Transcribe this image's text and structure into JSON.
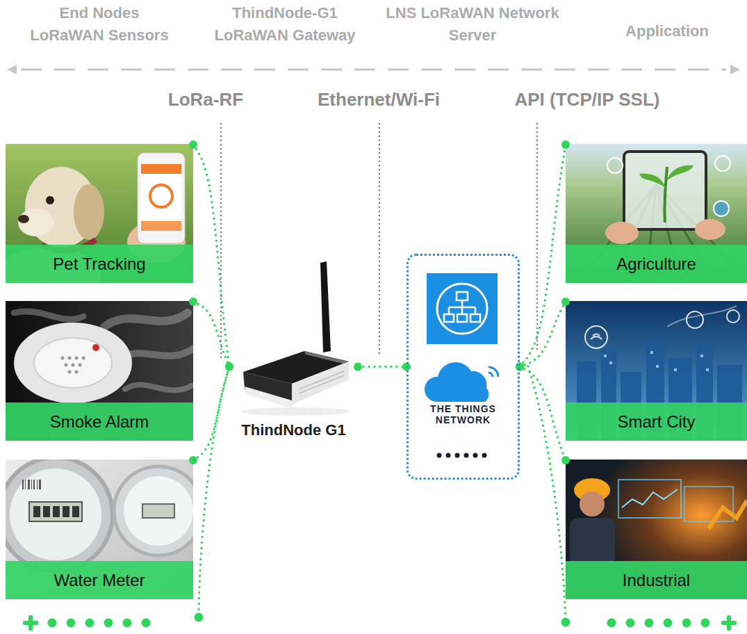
{
  "diagram": {
    "nodes": [
      {
        "text": [
          "Pet Tracking"
        ]
      },
      {
        "text": [
          "Smoke Alarm"
        ]
      },
      {
        "text": [
          "Water Meter"
        ]
      },
      {
        "text": [
          "ThindNode G1"
        ]
      },
      {
        "text": [
          "THE THINGS NETWORK"
        ]
      },
      {
        "text": [
          "Agriculture"
        ]
      },
      {
        "text": [
          "Smart City"
        ]
      },
      {
        "text": [
          "Industrial"
        ]
      }
    ],
    "edges": [
      {
        "from": 0,
        "to": 3,
        "arrow": "none"
      },
      {
        "from": 1,
        "to": 3,
        "arrow": "none"
      },
      {
        "from": 2,
        "to": 3,
        "arrow": "none"
      },
      {
        "from": 3,
        "to": 4,
        "arrow": "none"
      },
      {
        "from": 4,
        "to": 5,
        "arrow": "none"
      },
      {
        "from": 4,
        "to": 6,
        "arrow": "none"
      },
      {
        "from": 4,
        "to": 7,
        "arrow": "none"
      }
    ],
    "labels": [
      "End Nodes LoRaWAN Sensors",
      "ThindNode-G1 LoRaWAN Gateway",
      "LNS LoRaWAN Network Server",
      "Application",
      "LoRa-RF",
      "Ethernet/Wi-Fi",
      "API (TCP/IP SSL)"
    ]
  }
}
